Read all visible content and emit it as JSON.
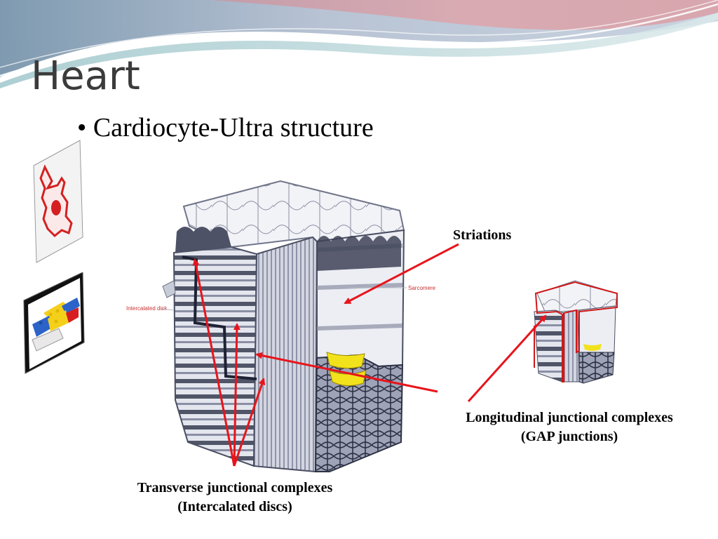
{
  "slide": {
    "title": "Heart",
    "bullet": "Cardiocyte-Ultra structure"
  },
  "diagram": {
    "main_labels": {
      "intercalated_disk": "Intercalated disk",
      "sarcomere": "Sarcomere"
    },
    "callouts": {
      "striations": "Striations",
      "longitudinal_line1": "Longitudinal junctional complexes",
      "longitudinal_line2": "(GAP junctions)",
      "transverse_line1": "Transverse junctional complexes",
      "transverse_line2": "(Intercalated discs)"
    }
  },
  "colors": {
    "arrow": "#e8141b",
    "title": "#3b3b3b",
    "disc_yellow": "#f2e21c",
    "tissue_fill": "#dcdfe8",
    "tissue_dark": "#3c4054"
  }
}
